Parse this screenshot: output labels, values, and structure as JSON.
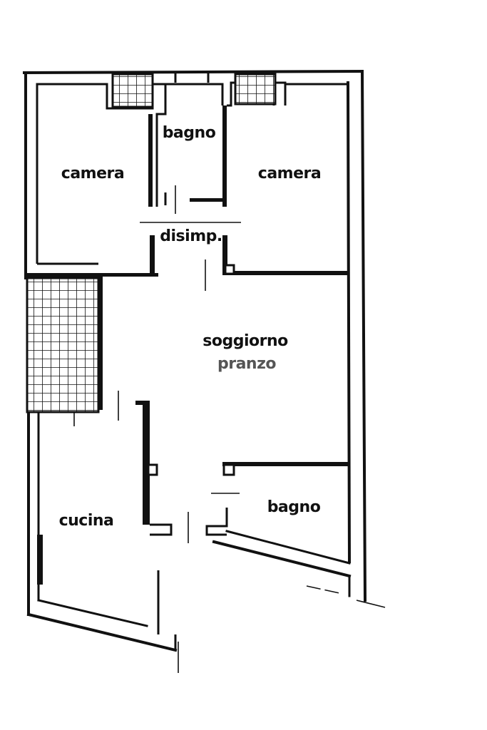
{
  "rooms": {
    "camera_left": "camera",
    "bagno_top": "bagno",
    "camera_right": "camera",
    "disimpegno": "disimp.",
    "soggiorno": "soggiorno",
    "pranzo": "pranzo",
    "cucina": "cucina",
    "bagno_bottom": "bagno"
  },
  "colors": {
    "wall": "#111111",
    "background": "#ffffff"
  }
}
